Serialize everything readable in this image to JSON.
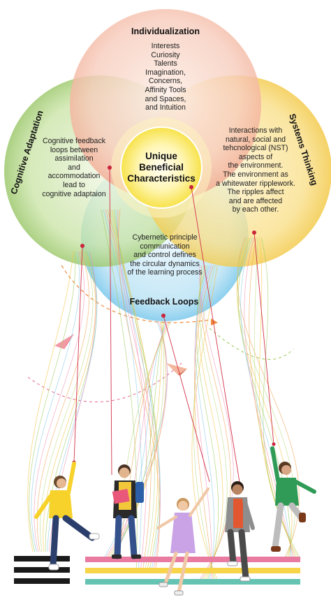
{
  "circles": {
    "individualization": {
      "title": "Individualization",
      "text": "Interests\nCuriosity\nTalents\nImagination,\nConcerns,\nAffinity Tools\nand Spaces,\nand Intuition",
      "color": "#f4b8a5"
    },
    "cognitive": {
      "title": "Cognitive Adaptation",
      "text": "Cognitive feedback\nloops between\nassimilation\nand\naccommodation\nlead to\ncognitive adaptaion",
      "color": "#a9d27c"
    },
    "systems": {
      "title": "Systems Thinking",
      "text": "Interactions with\nnatural, social and\ntehcnological (NST)\naspects of\nthe environment.\nThe environment as\na whitewater ripplework.\nThe ripples affect\nand are affected\nby each other.",
      "color": "#f8d45c"
    },
    "feedback": {
      "title": "Feedback Loops",
      "text": "Cybernetic principle\ncommunication\nand control defines\nthe circular dynamics\nof the learning process",
      "color": "#8fd0ee"
    }
  },
  "center": {
    "text": "Unique\nBeneficial\nCharacteristics",
    "color": "#fbe86a"
  },
  "stripes": {
    "left_color": "#1a1a1a",
    "pink": "#e97aa0",
    "yellow": "#f7d44a",
    "teal": "#64c3b3"
  }
}
